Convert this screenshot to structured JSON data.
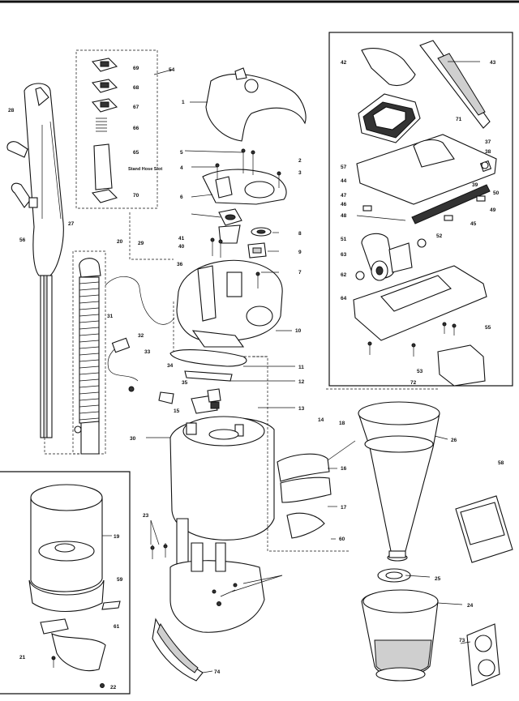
{
  "diagram": {
    "note_label": "Stand Hose Slot",
    "callouts": [
      "1",
      "2",
      "3",
      "4",
      "5",
      "6",
      "7",
      "8",
      "9",
      "10",
      "11",
      "12",
      "13",
      "14",
      "15",
      "16",
      "17",
      "18",
      "19",
      "20",
      "21",
      "22",
      "23",
      "24",
      "25",
      "26",
      "27",
      "28",
      "29",
      "30",
      "31",
      "32",
      "33",
      "34",
      "35",
      "36",
      "37",
      "38",
      "39",
      "40",
      "41",
      "42",
      "43",
      "44",
      "45",
      "46",
      "47",
      "48",
      "49",
      "50",
      "51",
      "52",
      "53",
      "54",
      "55",
      "56",
      "57",
      "58",
      "59",
      "60",
      "61",
      "62",
      "63",
      "64",
      "65",
      "66",
      "67",
      "68",
      "69",
      "70",
      "71",
      "72",
      "73",
      "74"
    ]
  }
}
